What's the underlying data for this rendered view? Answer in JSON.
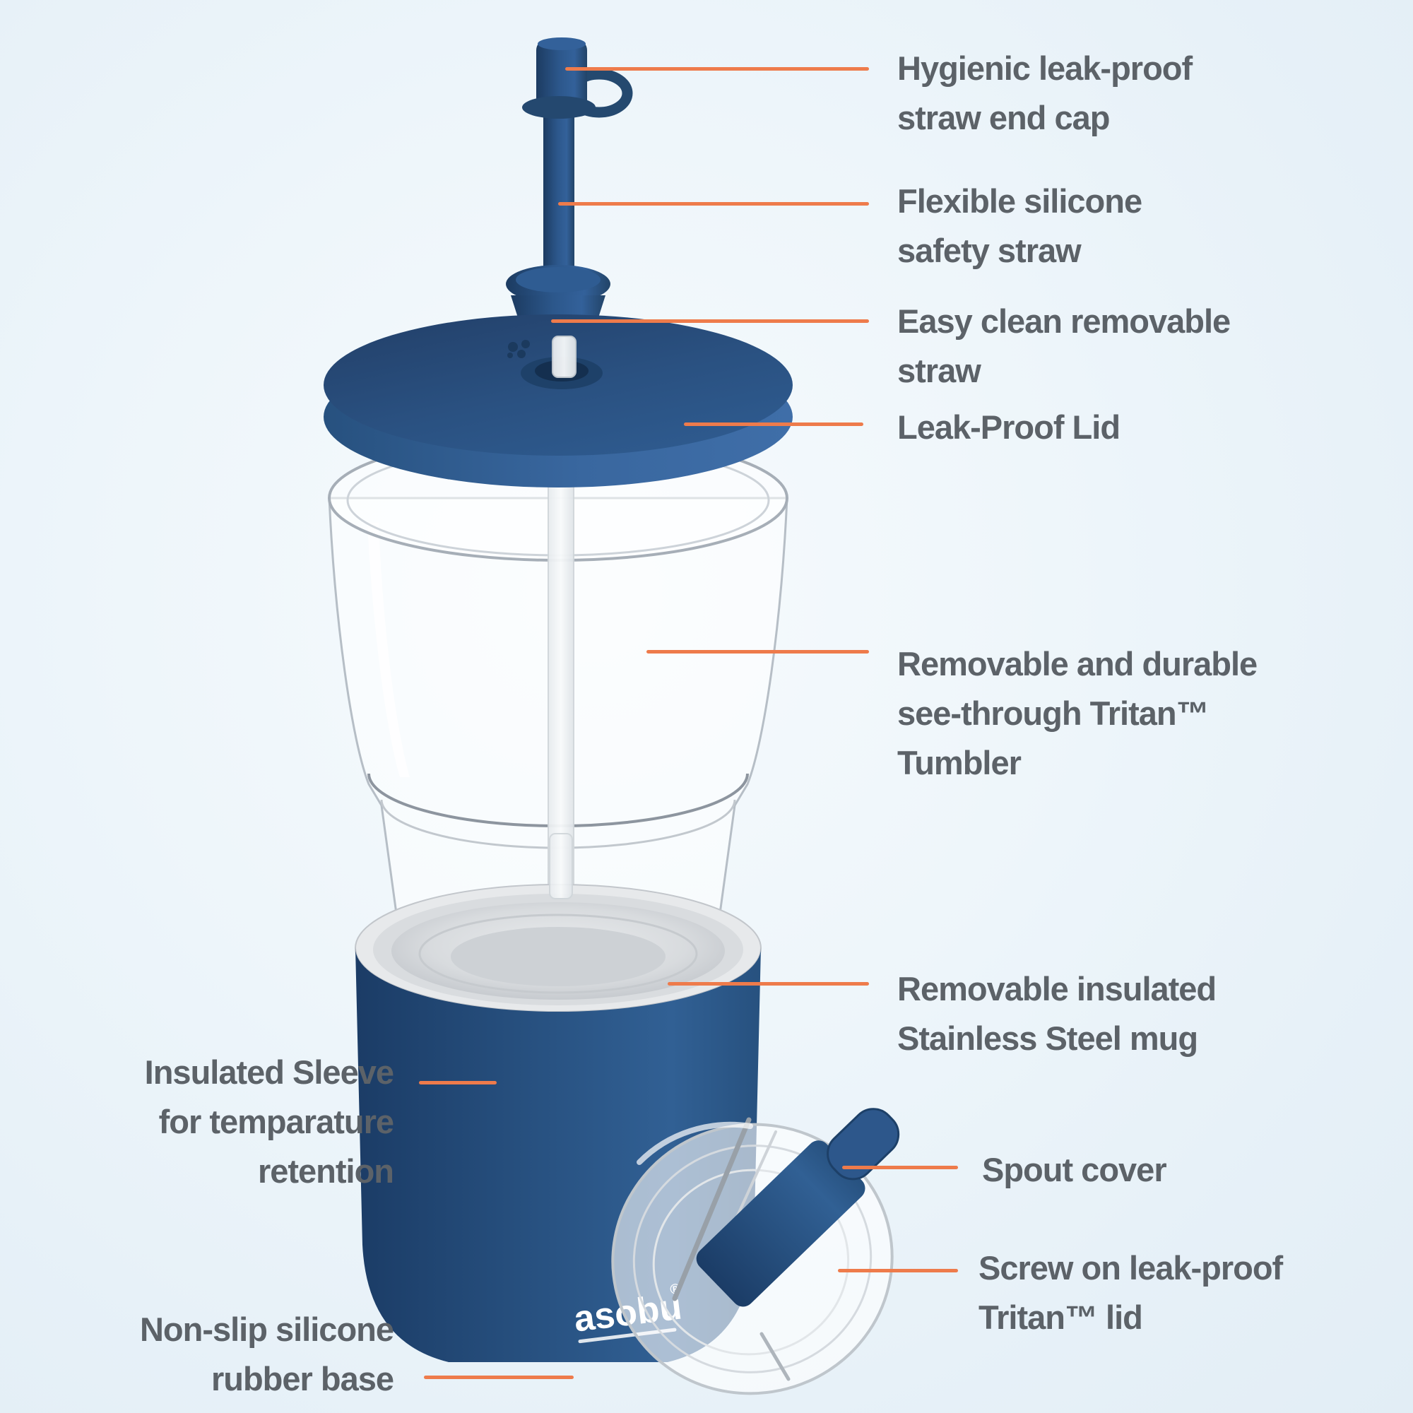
{
  "page": {
    "background_color": "#e9f2f9",
    "description": "Exploded product diagram of insulated straw tumbler"
  },
  "colors": {
    "accent_orange": "#ee7b4b",
    "product_navy": "#27507f",
    "product_navy_dark": "#1c3b61",
    "product_navy_light": "#3a69a3",
    "label_text_gray": "#5c6268",
    "steel_gray": "#d9dcdf"
  },
  "brand": {
    "logo_text": "asobu",
    "registered_mark": "®"
  },
  "annotations": [
    {
      "id": "straw-end-cap",
      "side": "right",
      "lines": [
        "Hygienic leak-proof",
        "straw end cap"
      ]
    },
    {
      "id": "silicone-straw",
      "side": "right",
      "lines": [
        "Flexible silicone",
        "safety straw"
      ]
    },
    {
      "id": "removable-straw",
      "side": "right",
      "lines": [
        "Easy clean removable",
        "straw"
      ]
    },
    {
      "id": "leak-proof-lid",
      "side": "right",
      "lines": [
        "Leak-Proof Lid"
      ]
    },
    {
      "id": "tritan-tumbler",
      "side": "right",
      "lines": [
        "Removable and durable",
        "see-through Tritan™",
        "Tumbler"
      ]
    },
    {
      "id": "stainless-mug",
      "side": "right",
      "lines": [
        "Removable insulated",
        "Stainless Steel mug"
      ]
    },
    {
      "id": "spout-cover",
      "side": "right",
      "lines": [
        "Spout cover"
      ]
    },
    {
      "id": "tritan-lid",
      "side": "right",
      "lines": [
        "Screw on leak-proof",
        "Tritan™ lid"
      ]
    },
    {
      "id": "insulated-sleeve",
      "side": "left",
      "lines": [
        "Insulated Sleeve",
        "for temparature",
        "retention"
      ]
    },
    {
      "id": "rubber-base",
      "side": "left",
      "lines": [
        "Non-slip silicone",
        "rubber base"
      ]
    }
  ]
}
